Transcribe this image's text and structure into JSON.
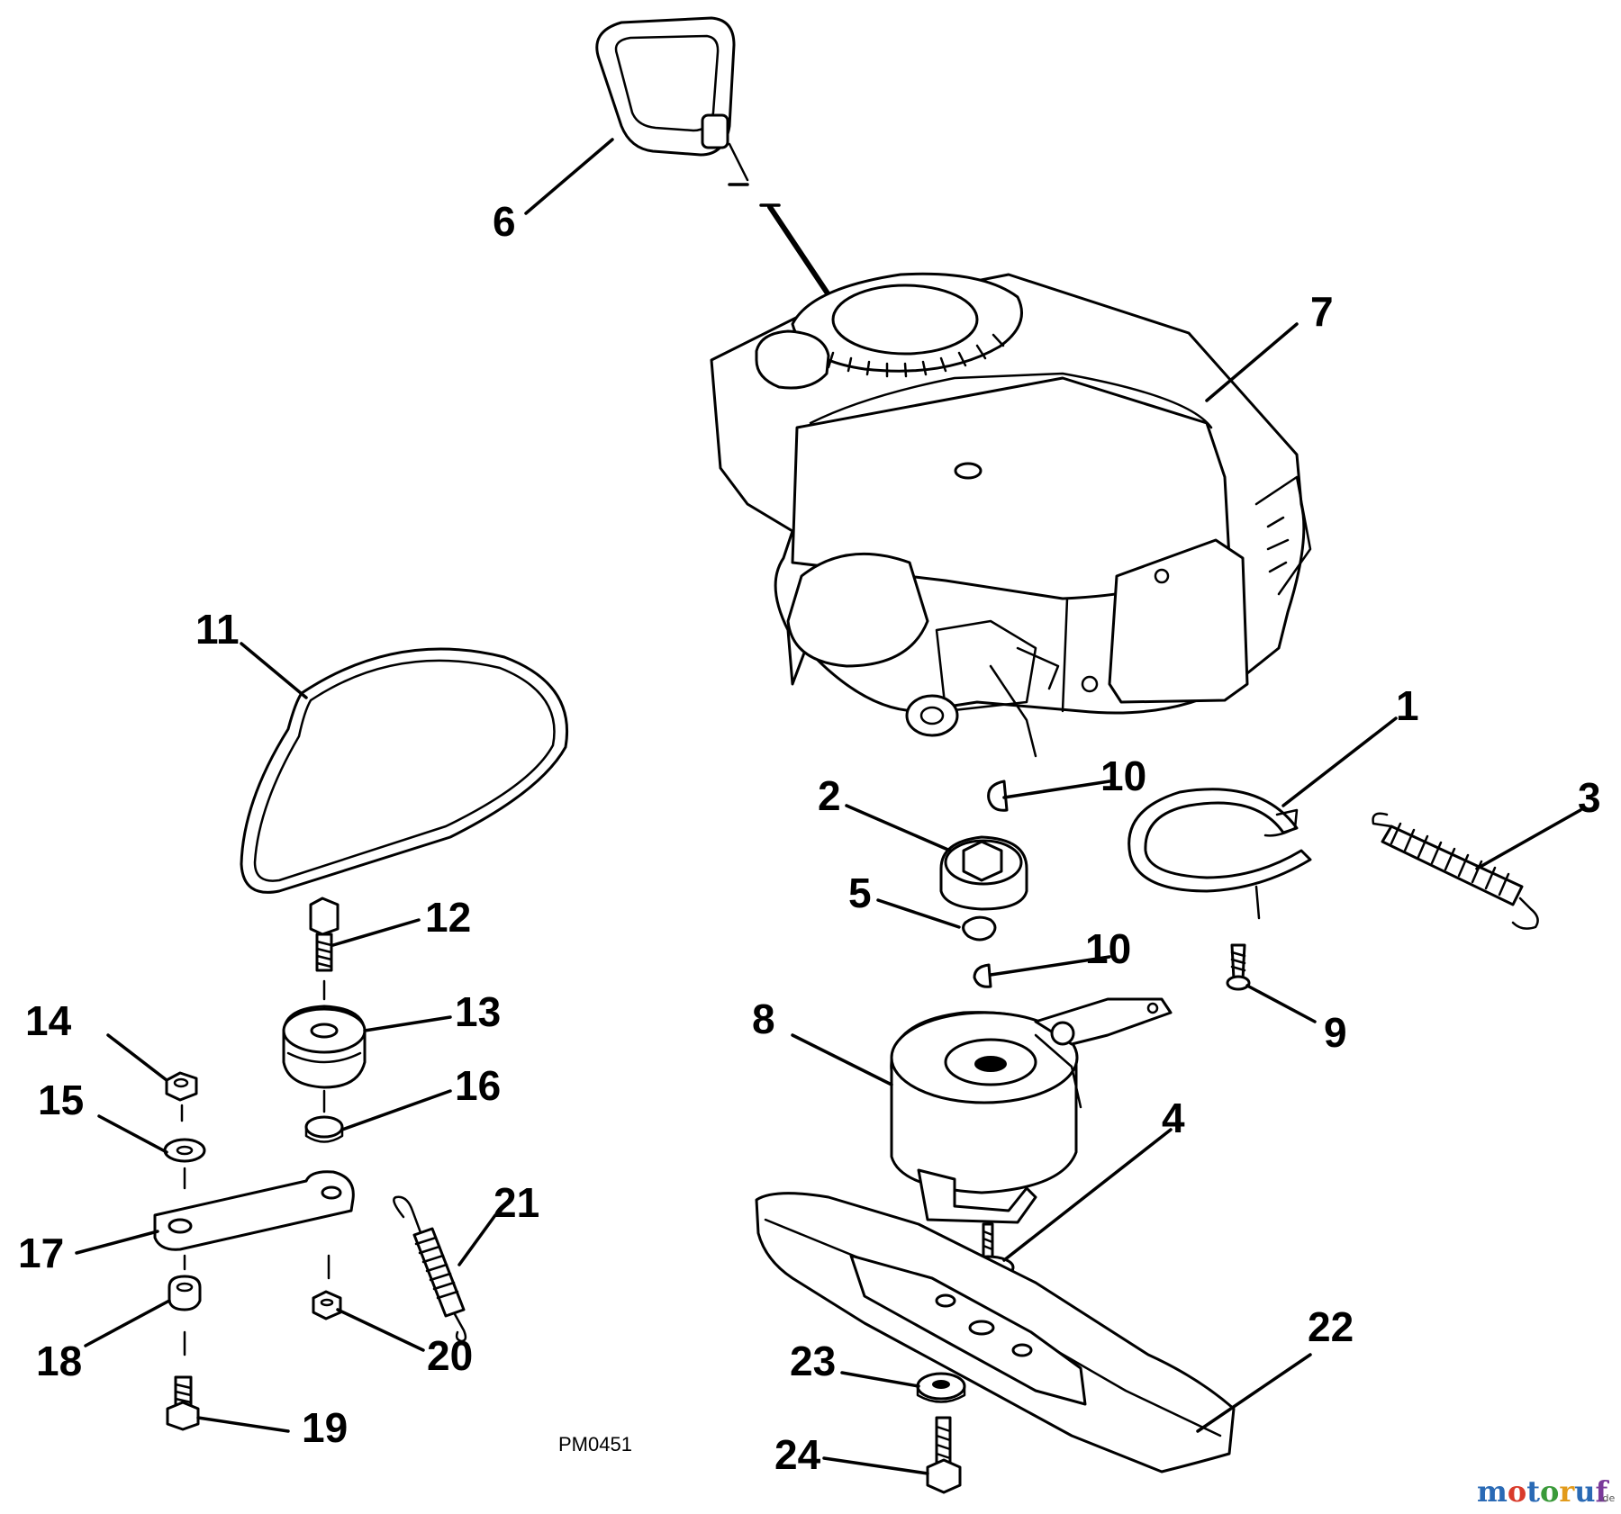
{
  "callouts": {
    "p1": "1",
    "p2": "2",
    "p3": "3",
    "p4": "4",
    "p5": "5",
    "p6": "6",
    "p7": "7",
    "p8": "8",
    "p9": "9",
    "p10a": "10",
    "p10b": "10",
    "p11": "11",
    "p12": "12",
    "p13": "13",
    "p14": "14",
    "p15": "15",
    "p16": "16",
    "p17": "17",
    "p18": "18",
    "p19": "19",
    "p20": "20",
    "p21": "21",
    "p22": "22",
    "p23": "23",
    "p24": "24"
  },
  "figure_code": "PM0451",
  "watermark": {
    "letters": [
      "m",
      "o",
      "t",
      "o",
      "r",
      "u",
      "f"
    ],
    "letter_colors": [
      "#2a6ab5",
      "#d93b2b",
      "#2a6ab5",
      "#3a9a3a",
      "#e29a1a",
      "#2a6ab5",
      "#7a3a9a"
    ],
    "suffix": ".de"
  }
}
